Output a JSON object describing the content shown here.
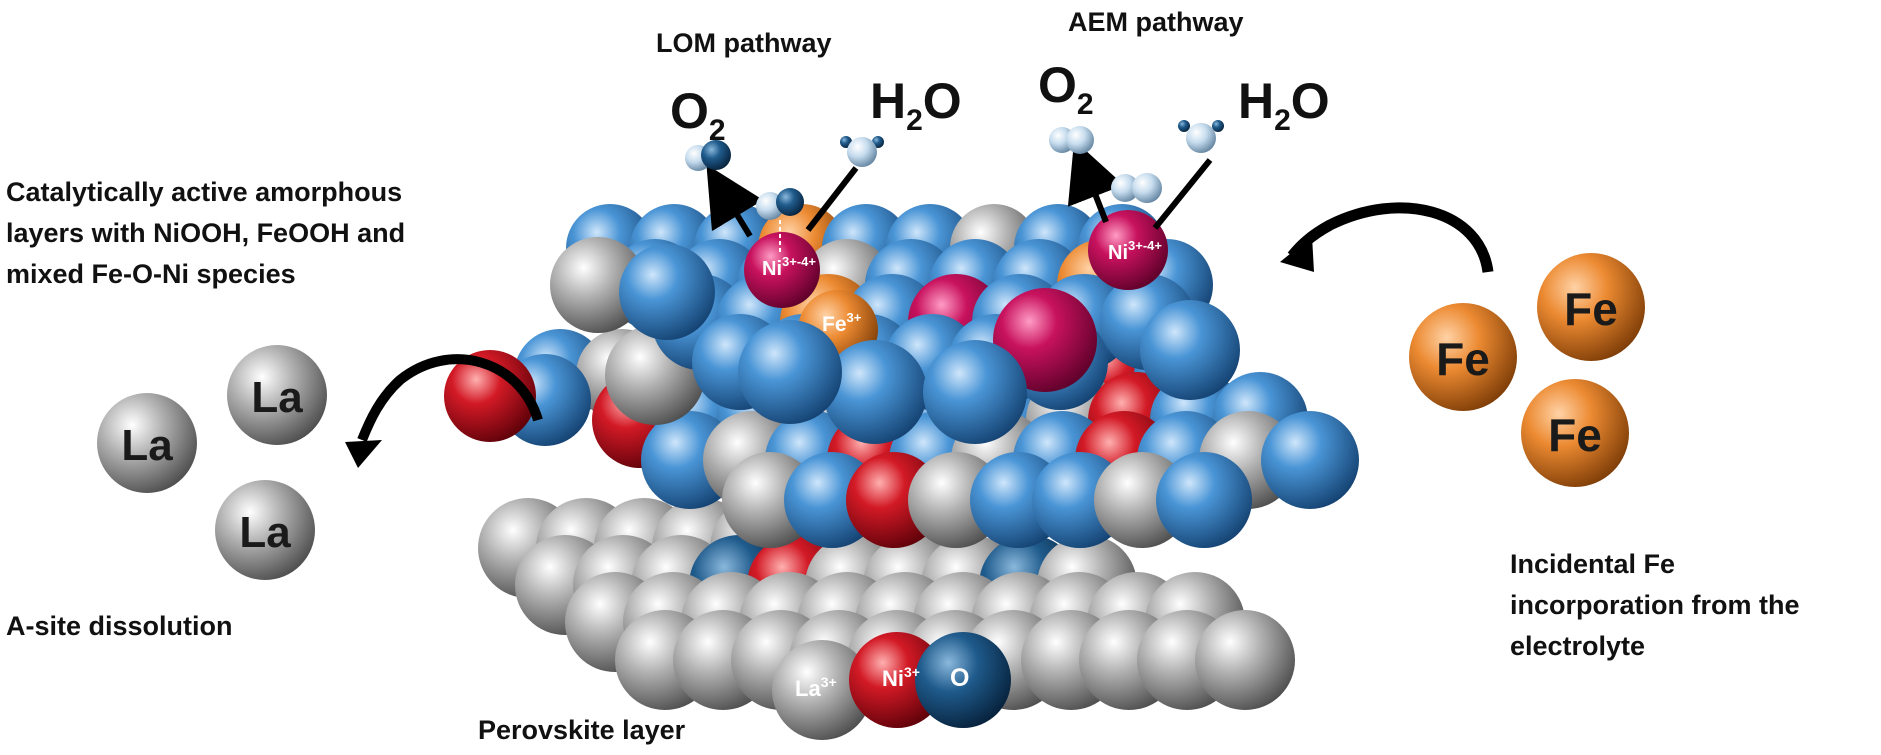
{
  "labels": {
    "lom": "LOM pathway",
    "aem": "AEM pathway",
    "amorphous_line1": "Catalytically active amorphous",
    "amorphous_line2": "layers with NiOOH, FeOOH and",
    "amorphous_line3": "mixed Fe-O-Ni species",
    "a_site": "A-site dissolution",
    "fe_line1": "Incidental Fe",
    "fe_line2": "incorporation from the",
    "fe_line3": "electrolyte",
    "perovskite": "Perovskite layer"
  },
  "molecules": {
    "o2_base": "O",
    "o2_sub": "2",
    "h2o_pre": "H",
    "h2o_sub": "2",
    "h2o_post": "O"
  },
  "site_labels": {
    "ni_lom": "Ni",
    "ni_lom_sup": "3+-4+",
    "ni_aem": "Ni",
    "ni_aem_sup": "3+-4+",
    "fe": "Fe",
    "fe_sup": "3+",
    "la": "La",
    "la_sup": "3+",
    "ni_base": "Ni",
    "ni_base_sup": "3+",
    "o": "O"
  },
  "ions": {
    "la": [
      "La",
      "La",
      "La"
    ],
    "fe": [
      "Fe",
      "Fe",
      "Fe"
    ]
  },
  "colors": {
    "blue": "#2e7bc0",
    "red": "#c01020",
    "magenta": "#c0125a",
    "gray": "#a8a8a8",
    "orange": "#e88530",
    "dark_blue": "#1e5a8a",
    "light": "#c5dcef"
  }
}
